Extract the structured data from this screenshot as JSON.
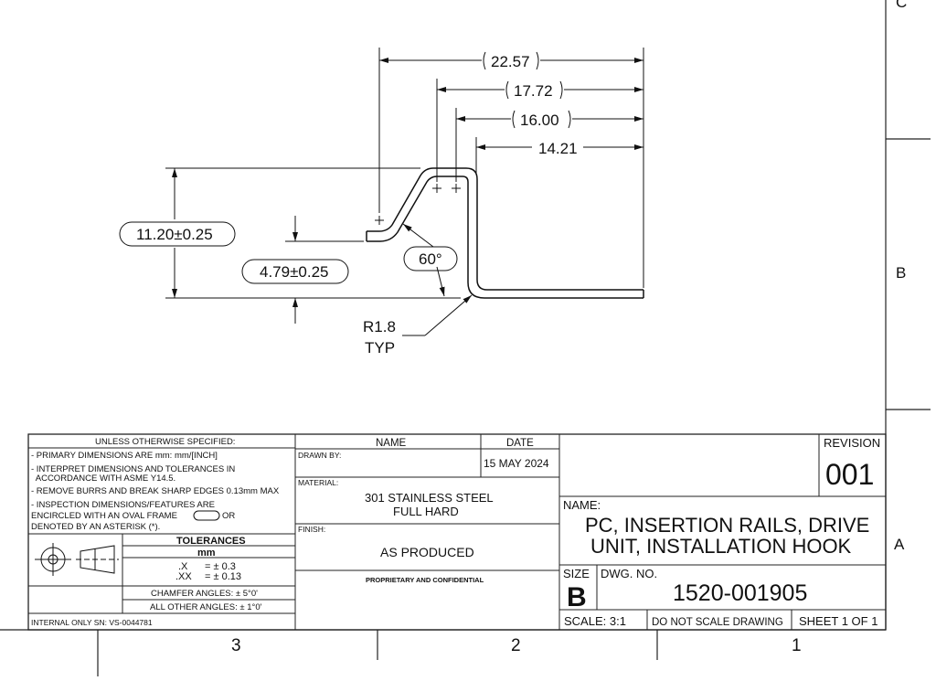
{
  "drawing": {
    "dims": {
      "d1": "22.57",
      "d2": "17.72",
      "d3": "16.00",
      "d4": "14.21",
      "height": "11.20±0.25",
      "offset": "4.79±0.25",
      "angle": "60°",
      "radius": "R1.8",
      "radius_note": "TYP"
    }
  },
  "border": {
    "zones_left_to_right": [
      "3",
      "2",
      "1"
    ],
    "zones_top_to_bottom": [
      "C",
      "B",
      "A"
    ]
  },
  "title_block": {
    "unless_title": "UNLESS OTHERWISE SPECIFIED:",
    "notes": [
      "- PRIMARY DIMENSIONS ARE mm: mm/[INCH]",
      "- INTERPRET DIMENSIONS AND TOLERANCES IN",
      "  ACCORDANCE WITH ASME Y14.5.",
      "- REMOVE BURRS AND BREAK SHARP EDGES 0.13mm MAX",
      "- INSPECTION DIMENSIONS/FEATURES ARE",
      "ENCIRCLED WITH AN OVAL FRAME",
      "OR",
      "DENOTED BY AN ASTERISK (*)."
    ],
    "tolerances_title": "TOLERANCES",
    "tolerances_unit": "mm",
    "tol_x_label": ".X",
    "tol_x_value": "=  ± 0.3",
    "tol_xx_label": ".XX",
    "tol_xx_value": "=  ± 0.13",
    "chamfer": "CHAMFER ANGLES:  ± 5°0'",
    "other_angles": "ALL OTHER ANGLES:  ± 1°0'",
    "internal_sn": "INTERNAL ONLY SN:  VS-0044781",
    "name_header": "NAME",
    "date_header": "DATE",
    "drawn_by_label": "DRAWN BY:",
    "date_value": "15 MAY 2024",
    "material_label": "MATERIAL:",
    "material_line1": "301 STAINLESS STEEL",
    "material_line2": "FULL HARD",
    "finish_label": "FINISH:",
    "finish_value": "AS PRODUCED",
    "proprietary": "PROPRIETARY AND CONFIDENTIAL",
    "revision_label": "REVISION",
    "revision_value": "001",
    "name_label": "NAME:",
    "title_line1": "PC, INSERTION RAILS, DRIVE",
    "title_line2": "UNIT, INSTALLATION HOOK",
    "size_label": "SIZE",
    "size_value": "B",
    "dwg_no_label": "DWG.  NO.",
    "dwg_no_value": "1520-001905",
    "scale": "SCALE:  3:1",
    "do_not_scale": "DO NOT SCALE DRAWING",
    "sheet": "SHEET 1 OF 1"
  }
}
